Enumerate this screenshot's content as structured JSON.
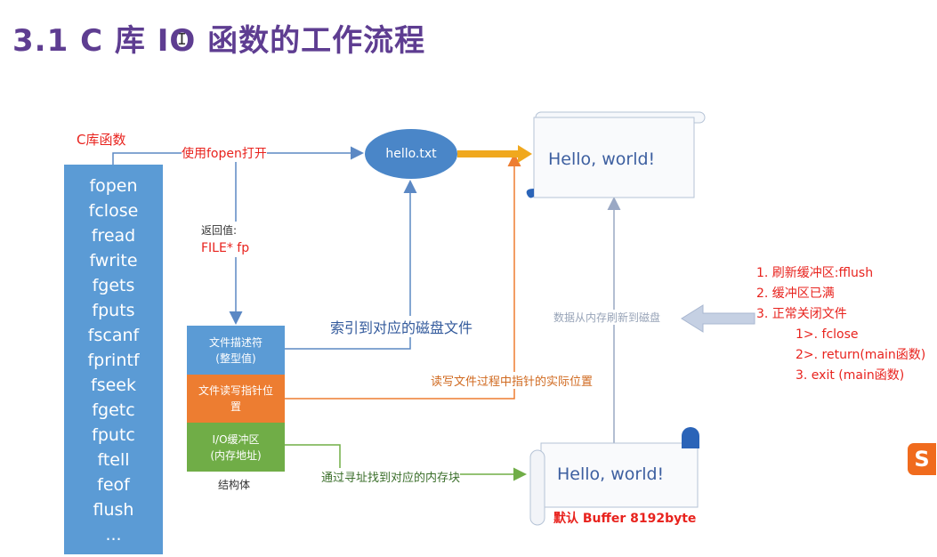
{
  "title": "3.1 C 库 IO 函数的工作流程",
  "cursor_glyph": "I",
  "clib_label": "C库函数",
  "functions": [
    "fopen",
    "fclose",
    "fread",
    "fwrite",
    "fgets",
    "fputs",
    "fscanf",
    "fprintf",
    "fseek",
    "fgetc",
    "fputc",
    "ftell",
    "feof",
    "flush",
    "..."
  ],
  "open_label": "使用fopen打开",
  "return_label": "返回值:",
  "return_value": "FILE* fp",
  "file_node": "hello.txt",
  "disk_scroll_text": "Hello, world!",
  "struct": {
    "fd": "文件描述符\n(整型值)",
    "pointer": "文件读写指针位置",
    "buffer": "I/O缓冲区\n(内存地址)",
    "label": "结构体"
  },
  "index_label": "索引到对应的磁盘文件",
  "rw_label": "读写文件过程中指针的实际位置",
  "find_label": "通过寻址找到对应的内存块",
  "flush_arrow_label": "数据从内存刷新到磁盘",
  "memory_scroll_text": "Hello, world!",
  "default_buffer": "默认 Buffer 8192byte",
  "flush_conditions": [
    "1. 刷新缓冲区:fflush",
    "2. 缓冲区已满",
    "3. 正常关闭文件"
  ],
  "close_methods": [
    "1>. fclose",
    "2>. return(main函数)",
    "3. exit (main函数)"
  ],
  "ime_icon": "S",
  "colors": {
    "title": "#5e3d91",
    "blue_box": "#5b9bd5",
    "orange_box": "#ed7d31",
    "green_box": "#70ad47",
    "ellipse": "#4a86c8",
    "red_text": "#e8231e"
  }
}
